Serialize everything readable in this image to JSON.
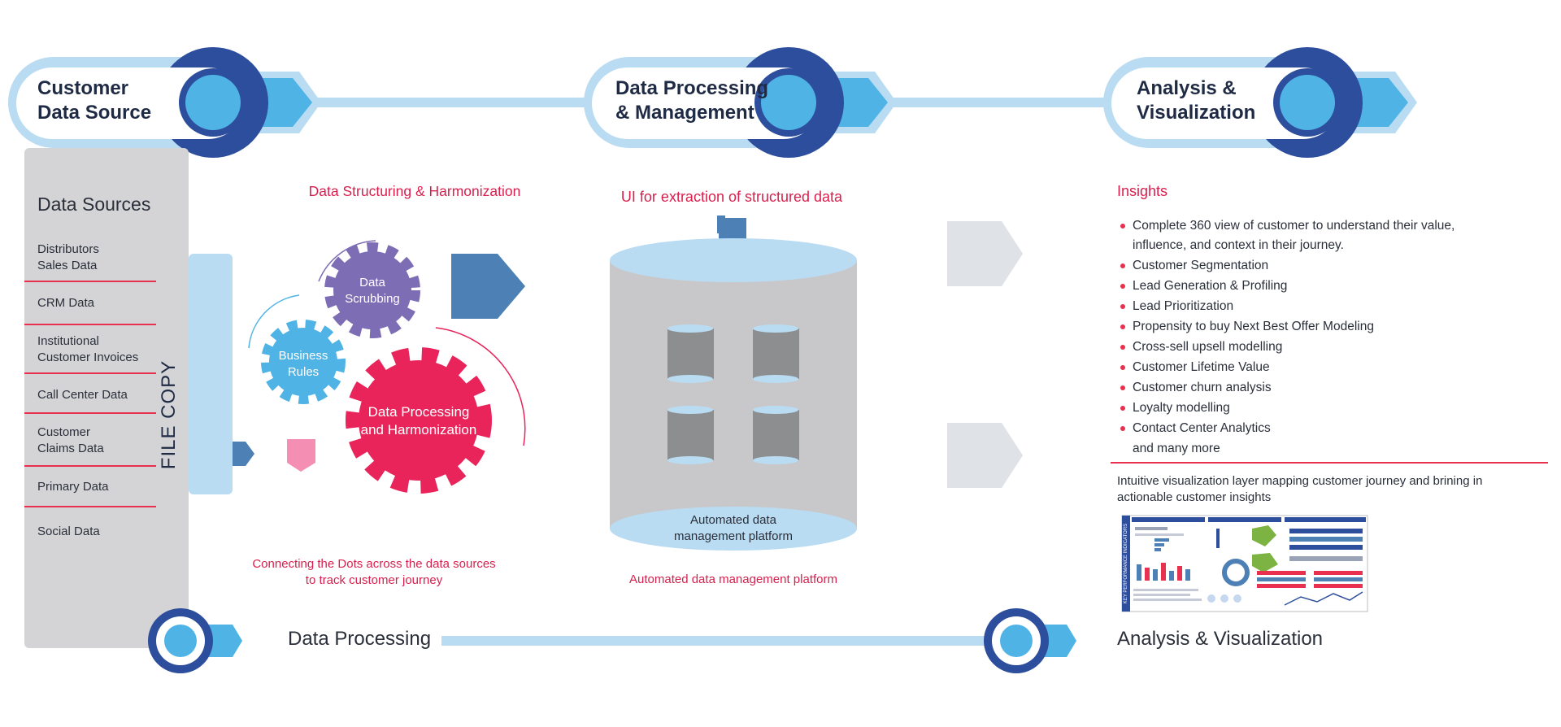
{
  "stages": [
    {
      "title": "Customer\nData Source"
    },
    {
      "title": "Data Processing\n& Management"
    },
    {
      "title": "Analysis &\nVisualization"
    }
  ],
  "data_sources": {
    "title": "Data Sources",
    "items": [
      "Distributors\nSales Data",
      "CRM Data",
      "Institutional\nCustomer Invoices",
      "Call Center Data",
      "Customer\nClaims Data",
      "Primary Data",
      "Social Data"
    ]
  },
  "file_copy": "FILE COPY",
  "harmonization": {
    "heading": "Data Structuring & Harmonization",
    "gear_scrubbing": "Data\nScrubbing",
    "gear_rules": "Business\nRules",
    "gear_processing": "Data Processing\nand Harmonization",
    "footer": "Connecting the Dots across the data sources\nto track customer journey"
  },
  "platform": {
    "heading": "UI for extraction of structured data",
    "cylinder_label": "Automated data\nmanagement platform",
    "footer": "Automated data management platform"
  },
  "insights": {
    "heading": "Insights",
    "items": [
      "Complete 360 view of customer to understand their value,\ninfluence, and context in their journey.",
      "Customer Segmentation",
      "Lead Generation & Profiling",
      "Lead Prioritization",
      "Propensity to buy Next Best Offer Modeling",
      "Cross-sell upsell modelling",
      "Customer Lifetime Value",
      "Customer churn analysis",
      "Loyalty modelling",
      "Contact Center Analytics"
    ],
    "more": "and many more",
    "visual_text": "Intuitive visualization layer mapping customer journey and brining in\nactionable customer insights",
    "dashboard_side_label": "KEY PERFORMANCE INDICATORS"
  },
  "bottom": {
    "data_processing": "Data Processing",
    "analysis": "Analysis & Visualization"
  },
  "colors": {
    "light_blue": "#b9dcf3",
    "mid_blue": "#4fb3e6",
    "navy": "#2d4e9c",
    "steel_blue": "#4d80b5",
    "purple_gear": "#7d6db5",
    "pink": "#e8245a",
    "gray_panel": "#d4d4d6",
    "cylinder_gray": "#c8c8ca"
  }
}
